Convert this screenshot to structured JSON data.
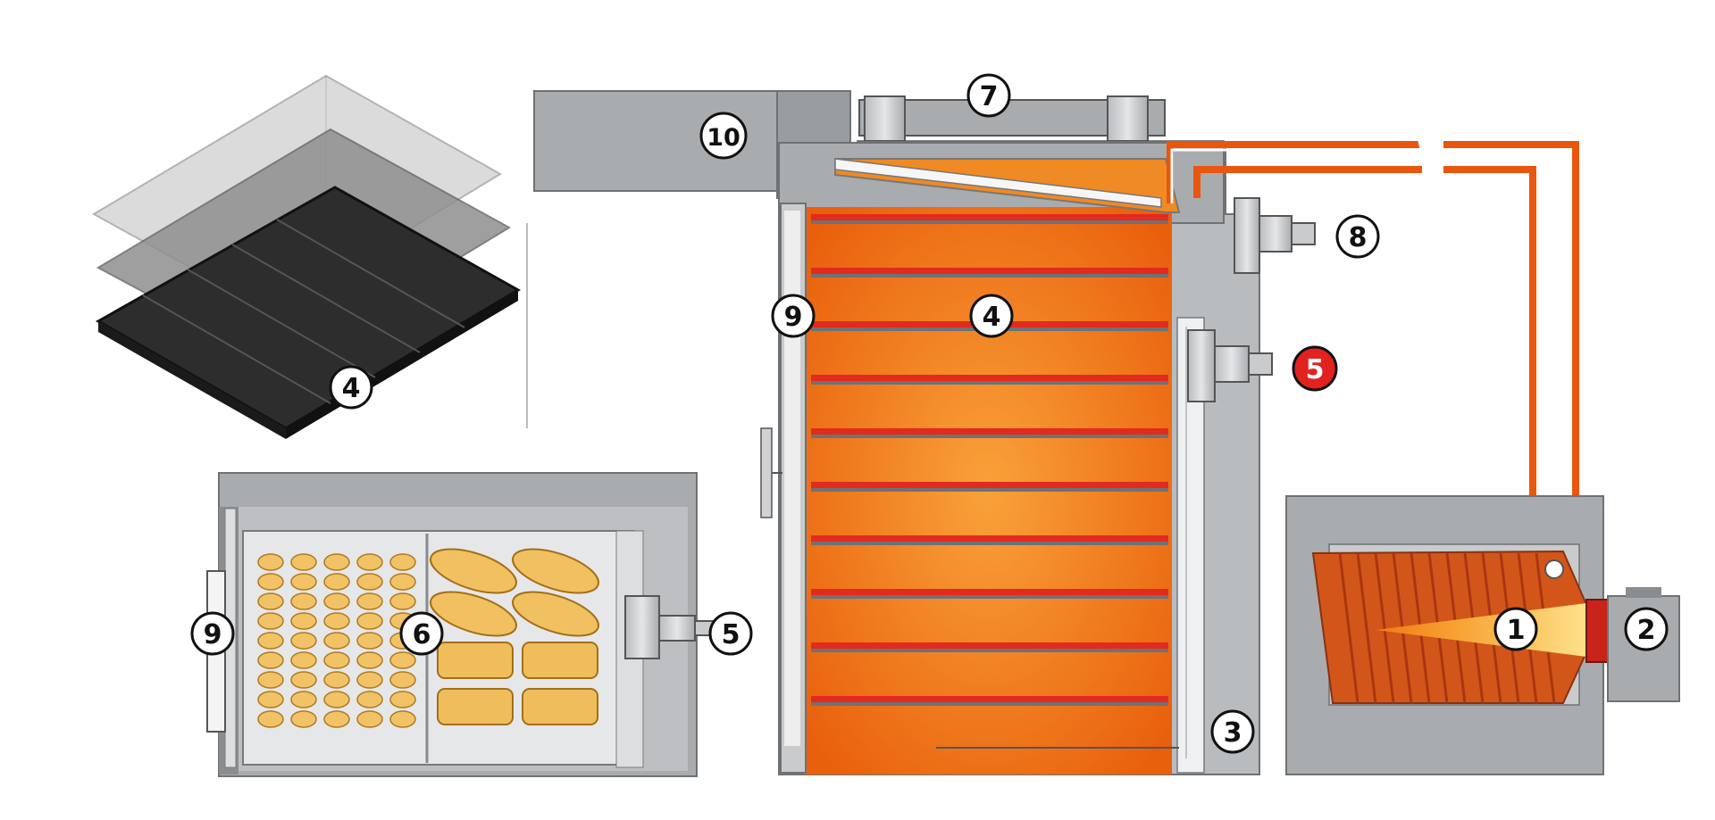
{
  "diagram": {
    "colors": {
      "hot": "#ef6f10",
      "hot_light": "#f79a2a",
      "red": "#e32a1e",
      "frame": "#a5a8ab",
      "frame_dark": "#8a8d90",
      "panel": "#c9cbcd",
      "metal": "#d6d8da",
      "badge_accent": "#e1221f"
    },
    "labels": {
      "burner": "1",
      "burner_motor": "2",
      "oven_body": "3",
      "trays_main": "4",
      "trays_inset": "4",
      "drive_motor_main": "5",
      "drive_motor_lower": "5",
      "product_tray": "6",
      "top_fan": "7",
      "upper_motor": "8",
      "door_main": "9",
      "door_lower": "9",
      "steam_box": "10"
    }
  }
}
